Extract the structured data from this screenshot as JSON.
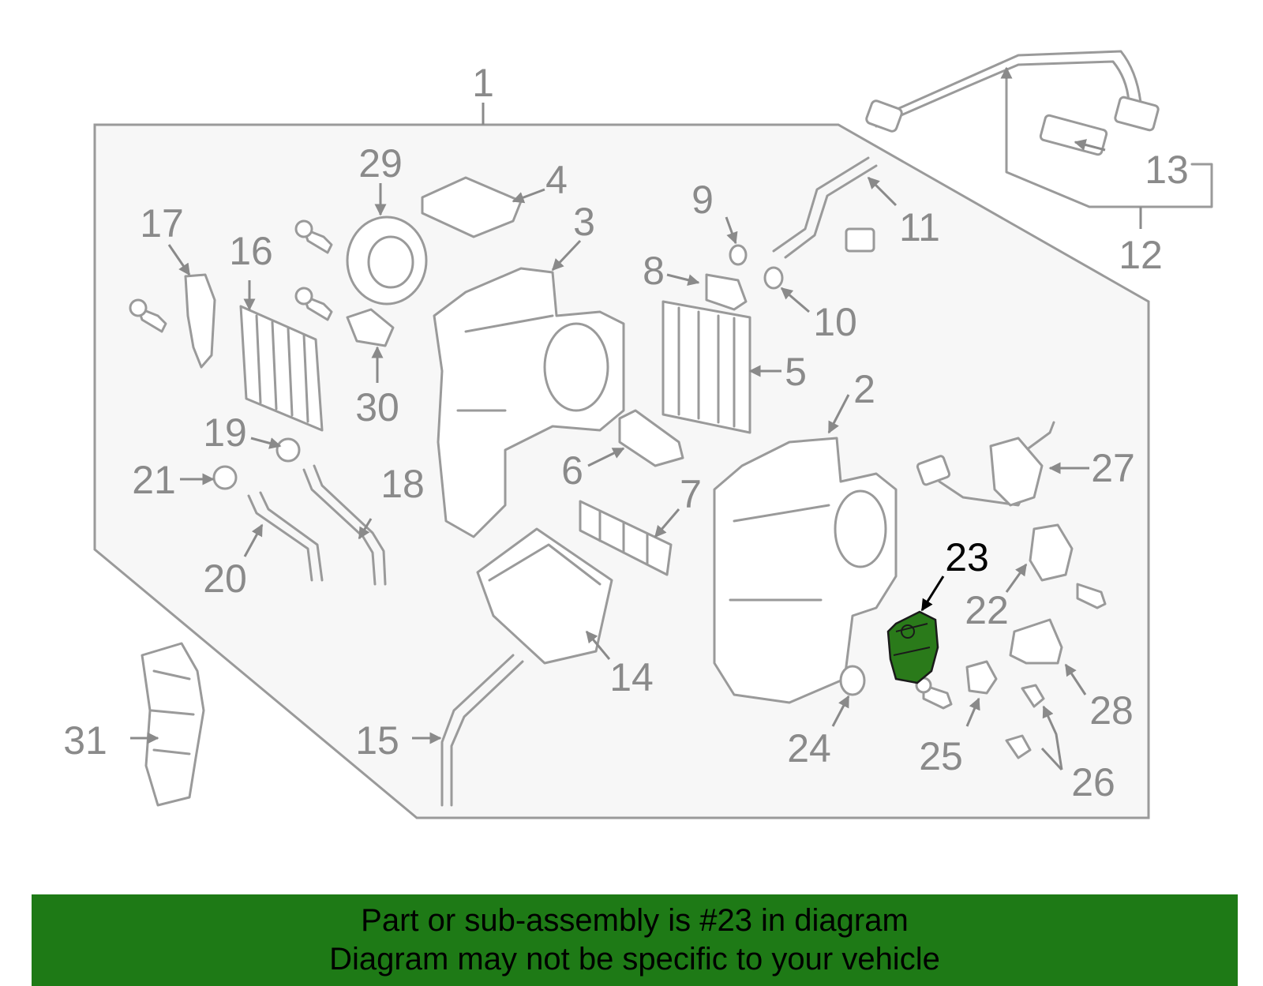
{
  "diagram": {
    "highlight_part": "23",
    "highlight_color": "#2a7a1a",
    "labels": [
      {
        "id": "1",
        "text": "1"
      },
      {
        "id": "2",
        "text": "2"
      },
      {
        "id": "3",
        "text": "3"
      },
      {
        "id": "4",
        "text": "4"
      },
      {
        "id": "5",
        "text": "5"
      },
      {
        "id": "6",
        "text": "6"
      },
      {
        "id": "7",
        "text": "7"
      },
      {
        "id": "8",
        "text": "8"
      },
      {
        "id": "9",
        "text": "9"
      },
      {
        "id": "10",
        "text": "10"
      },
      {
        "id": "11",
        "text": "11"
      },
      {
        "id": "12",
        "text": "12"
      },
      {
        "id": "13",
        "text": "13"
      },
      {
        "id": "14",
        "text": "14"
      },
      {
        "id": "15",
        "text": "15"
      },
      {
        "id": "16",
        "text": "16"
      },
      {
        "id": "17",
        "text": "17"
      },
      {
        "id": "18",
        "text": "18"
      },
      {
        "id": "19",
        "text": "19"
      },
      {
        "id": "20",
        "text": "20"
      },
      {
        "id": "21",
        "text": "21"
      },
      {
        "id": "22",
        "text": "22"
      },
      {
        "id": "23",
        "text": "23"
      },
      {
        "id": "24",
        "text": "24"
      },
      {
        "id": "25",
        "text": "25"
      },
      {
        "id": "26",
        "text": "26"
      },
      {
        "id": "27",
        "text": "27"
      },
      {
        "id": "28",
        "text": "28"
      },
      {
        "id": "29",
        "text": "29"
      },
      {
        "id": "30",
        "text": "30"
      },
      {
        "id": "31",
        "text": "31"
      }
    ]
  },
  "banner": {
    "line1": "Part or sub-assembly is #23 in diagram",
    "line2": "Diagram may not be specific to your vehicle",
    "background": "#1e7a16"
  }
}
